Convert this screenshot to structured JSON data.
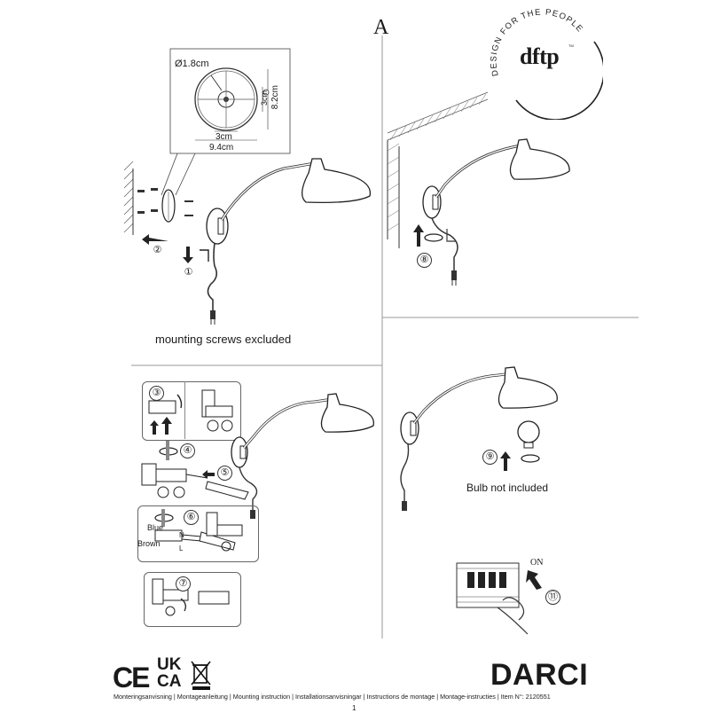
{
  "brand": {
    "tagline": "DESIGN FOR THE PEOPLE",
    "logo_text": "dftp",
    "trademark": "TM"
  },
  "variant": "A",
  "panel1": {
    "dims": {
      "diameter": "Ø1.8cm",
      "h_outer": "8.2cm",
      "h_inner": "3cm",
      "w_inner": "3cm",
      "w_outer": "9.4cm"
    },
    "steps": [
      "②",
      "①"
    ],
    "caption": "mounting screws excluded"
  },
  "panel2": {
    "steps": [
      "⑧"
    ]
  },
  "panel3": {
    "steps": [
      "③",
      "④",
      "⑤",
      "⑥",
      "⑦"
    ],
    "wire_labels": {
      "blue": "Blue",
      "brown": "Brown",
      "neutral": "N",
      "live": "L"
    }
  },
  "panel4": {
    "steps": [
      "⑨"
    ],
    "caption": "Bulb not included"
  },
  "panel5": {
    "switch_label": "ON",
    "steps": [
      "⑪"
    ]
  },
  "footer": {
    "marks": [
      "CE",
      "UK CA",
      "WEEE"
    ],
    "ce": "CE",
    "uk": "UK",
    "ca": "CA",
    "product_name": "DARCI",
    "instructions": "Monteringsanvisning | Montageanleitung | Mounting instruction | Installationsanvisningar | Instructions de montage | Montage-instructies | Item N°: 2120551",
    "page_number": "1"
  }
}
